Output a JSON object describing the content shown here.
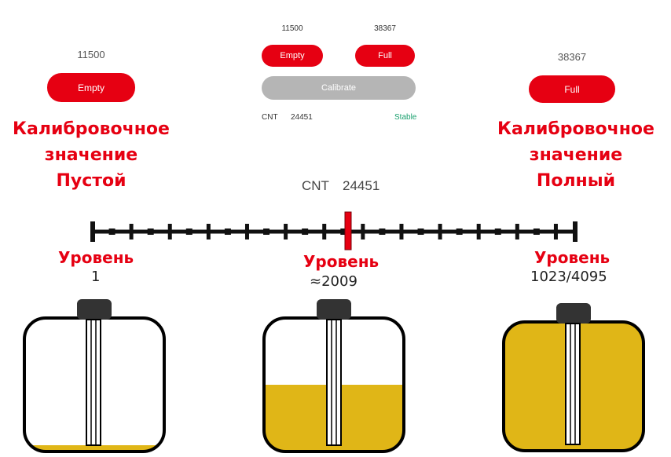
{
  "left": {
    "value": "11500",
    "button_label": "Empty",
    "caption_lines": [
      "Калибровочное",
      "значение",
      "Пустой"
    ]
  },
  "right": {
    "value": "38367",
    "button_label": "Full",
    "caption_lines": [
      "Калибровочное",
      "значение",
      "Полный"
    ]
  },
  "app": {
    "empty_value": "11500",
    "full_value": "38367",
    "empty_label": "Empty",
    "full_label": "Full",
    "calibrate_label": "Calibrate",
    "cnt_label": "CNT",
    "cnt_value": "24451",
    "status": "Stable"
  },
  "counter": {
    "label": "CNT",
    "value": "24451"
  },
  "scale": {
    "marker_fraction": 0.5,
    "ticks": 26
  },
  "tanks": [
    {
      "title": "Уровень",
      "value": "1",
      "fill_fraction": 0.03
    },
    {
      "title": "Уровень",
      "value": "≈2009",
      "fill_fraction": 0.5
    },
    {
      "title": "Уровень",
      "value": "1023/4095",
      "fill_fraction": 1.0
    }
  ],
  "colors": {
    "accent": "#e60012",
    "fuel": "#e0b617",
    "status": "#1aa06e",
    "button_gray": "#b5b5b5"
  }
}
